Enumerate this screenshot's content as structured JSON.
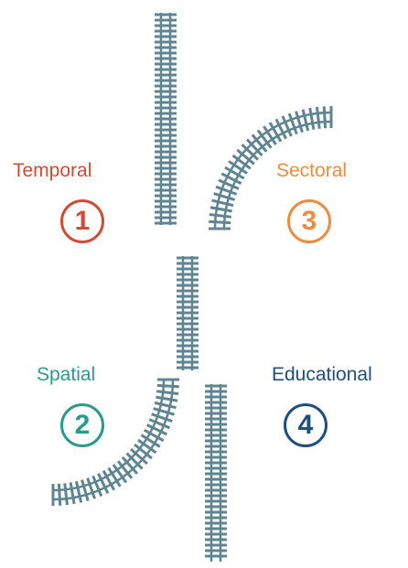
{
  "colors": {
    "track": "#5e8591",
    "temporal": "#d14b35",
    "spatial": "#2a9a8d",
    "sectoral": "#ef8b3e",
    "educational": "#1f4e80"
  },
  "items": [
    {
      "key": "temporal",
      "label": "Temporal",
      "number": "1"
    },
    {
      "key": "spatial",
      "label": "Spatial",
      "number": "2"
    },
    {
      "key": "sectoral",
      "label": "Sectoral",
      "number": "3"
    },
    {
      "key": "educational",
      "label": "Educational",
      "number": "4"
    }
  ]
}
